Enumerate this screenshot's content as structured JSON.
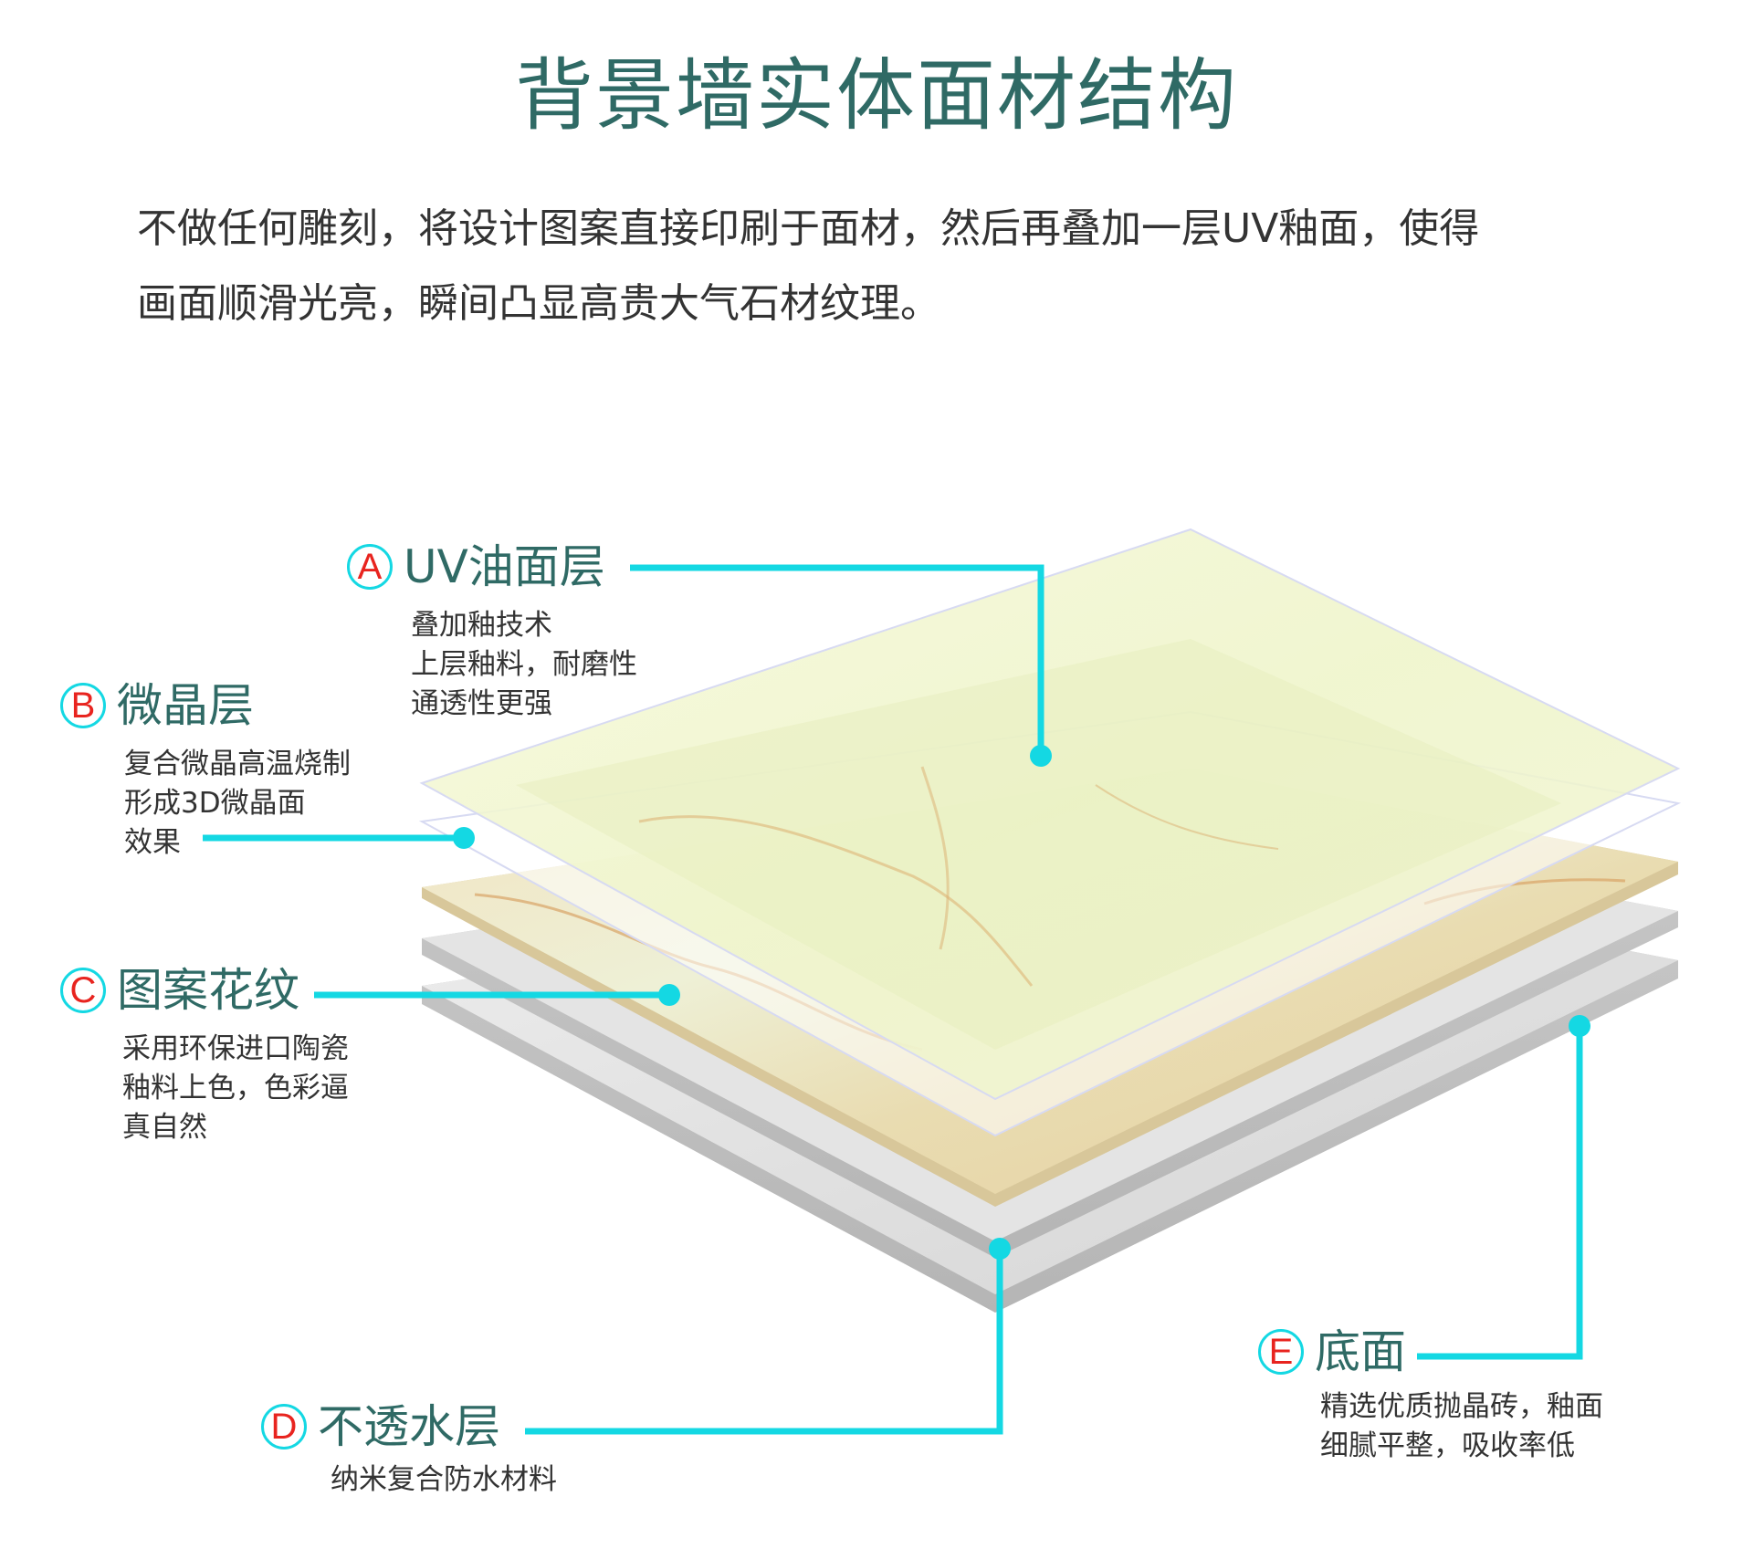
{
  "title": "背景墙实体面材结构",
  "intro": {
    "line1": "不做任何雕刻，将设计图案直接印刷于面材，然后再叠加一层UV釉面，使得",
    "line2": "画面顺滑光亮，瞬间凸显高贵大气石材纹理。"
  },
  "colors": {
    "title": "#2f6a65",
    "leader_line": "#14d8e3",
    "badge_letter": "#e8241f",
    "body_text": "#333333"
  },
  "layers": [
    {
      "letter": "A",
      "name": "UV油面层",
      "desc": [
        "叠加釉技术",
        "上层釉料，耐磨性",
        "通透性更强"
      ]
    },
    {
      "letter": "B",
      "name": "微晶层",
      "desc": [
        "复合微晶高温烧制",
        "形成3D微晶面",
        "效果"
      ]
    },
    {
      "letter": "C",
      "name": "图案花纹",
      "desc": [
        "采用环保进口陶瓷",
        "釉料上色，色彩逼",
        "真自然"
      ]
    },
    {
      "letter": "D",
      "name": "不透水层",
      "desc": [
        "纳米复合防水材料"
      ]
    },
    {
      "letter": "E",
      "name": "底面",
      "desc": [
        "精选优质抛晶砖，釉面",
        "细腻平整，吸收率低"
      ]
    }
  ]
}
